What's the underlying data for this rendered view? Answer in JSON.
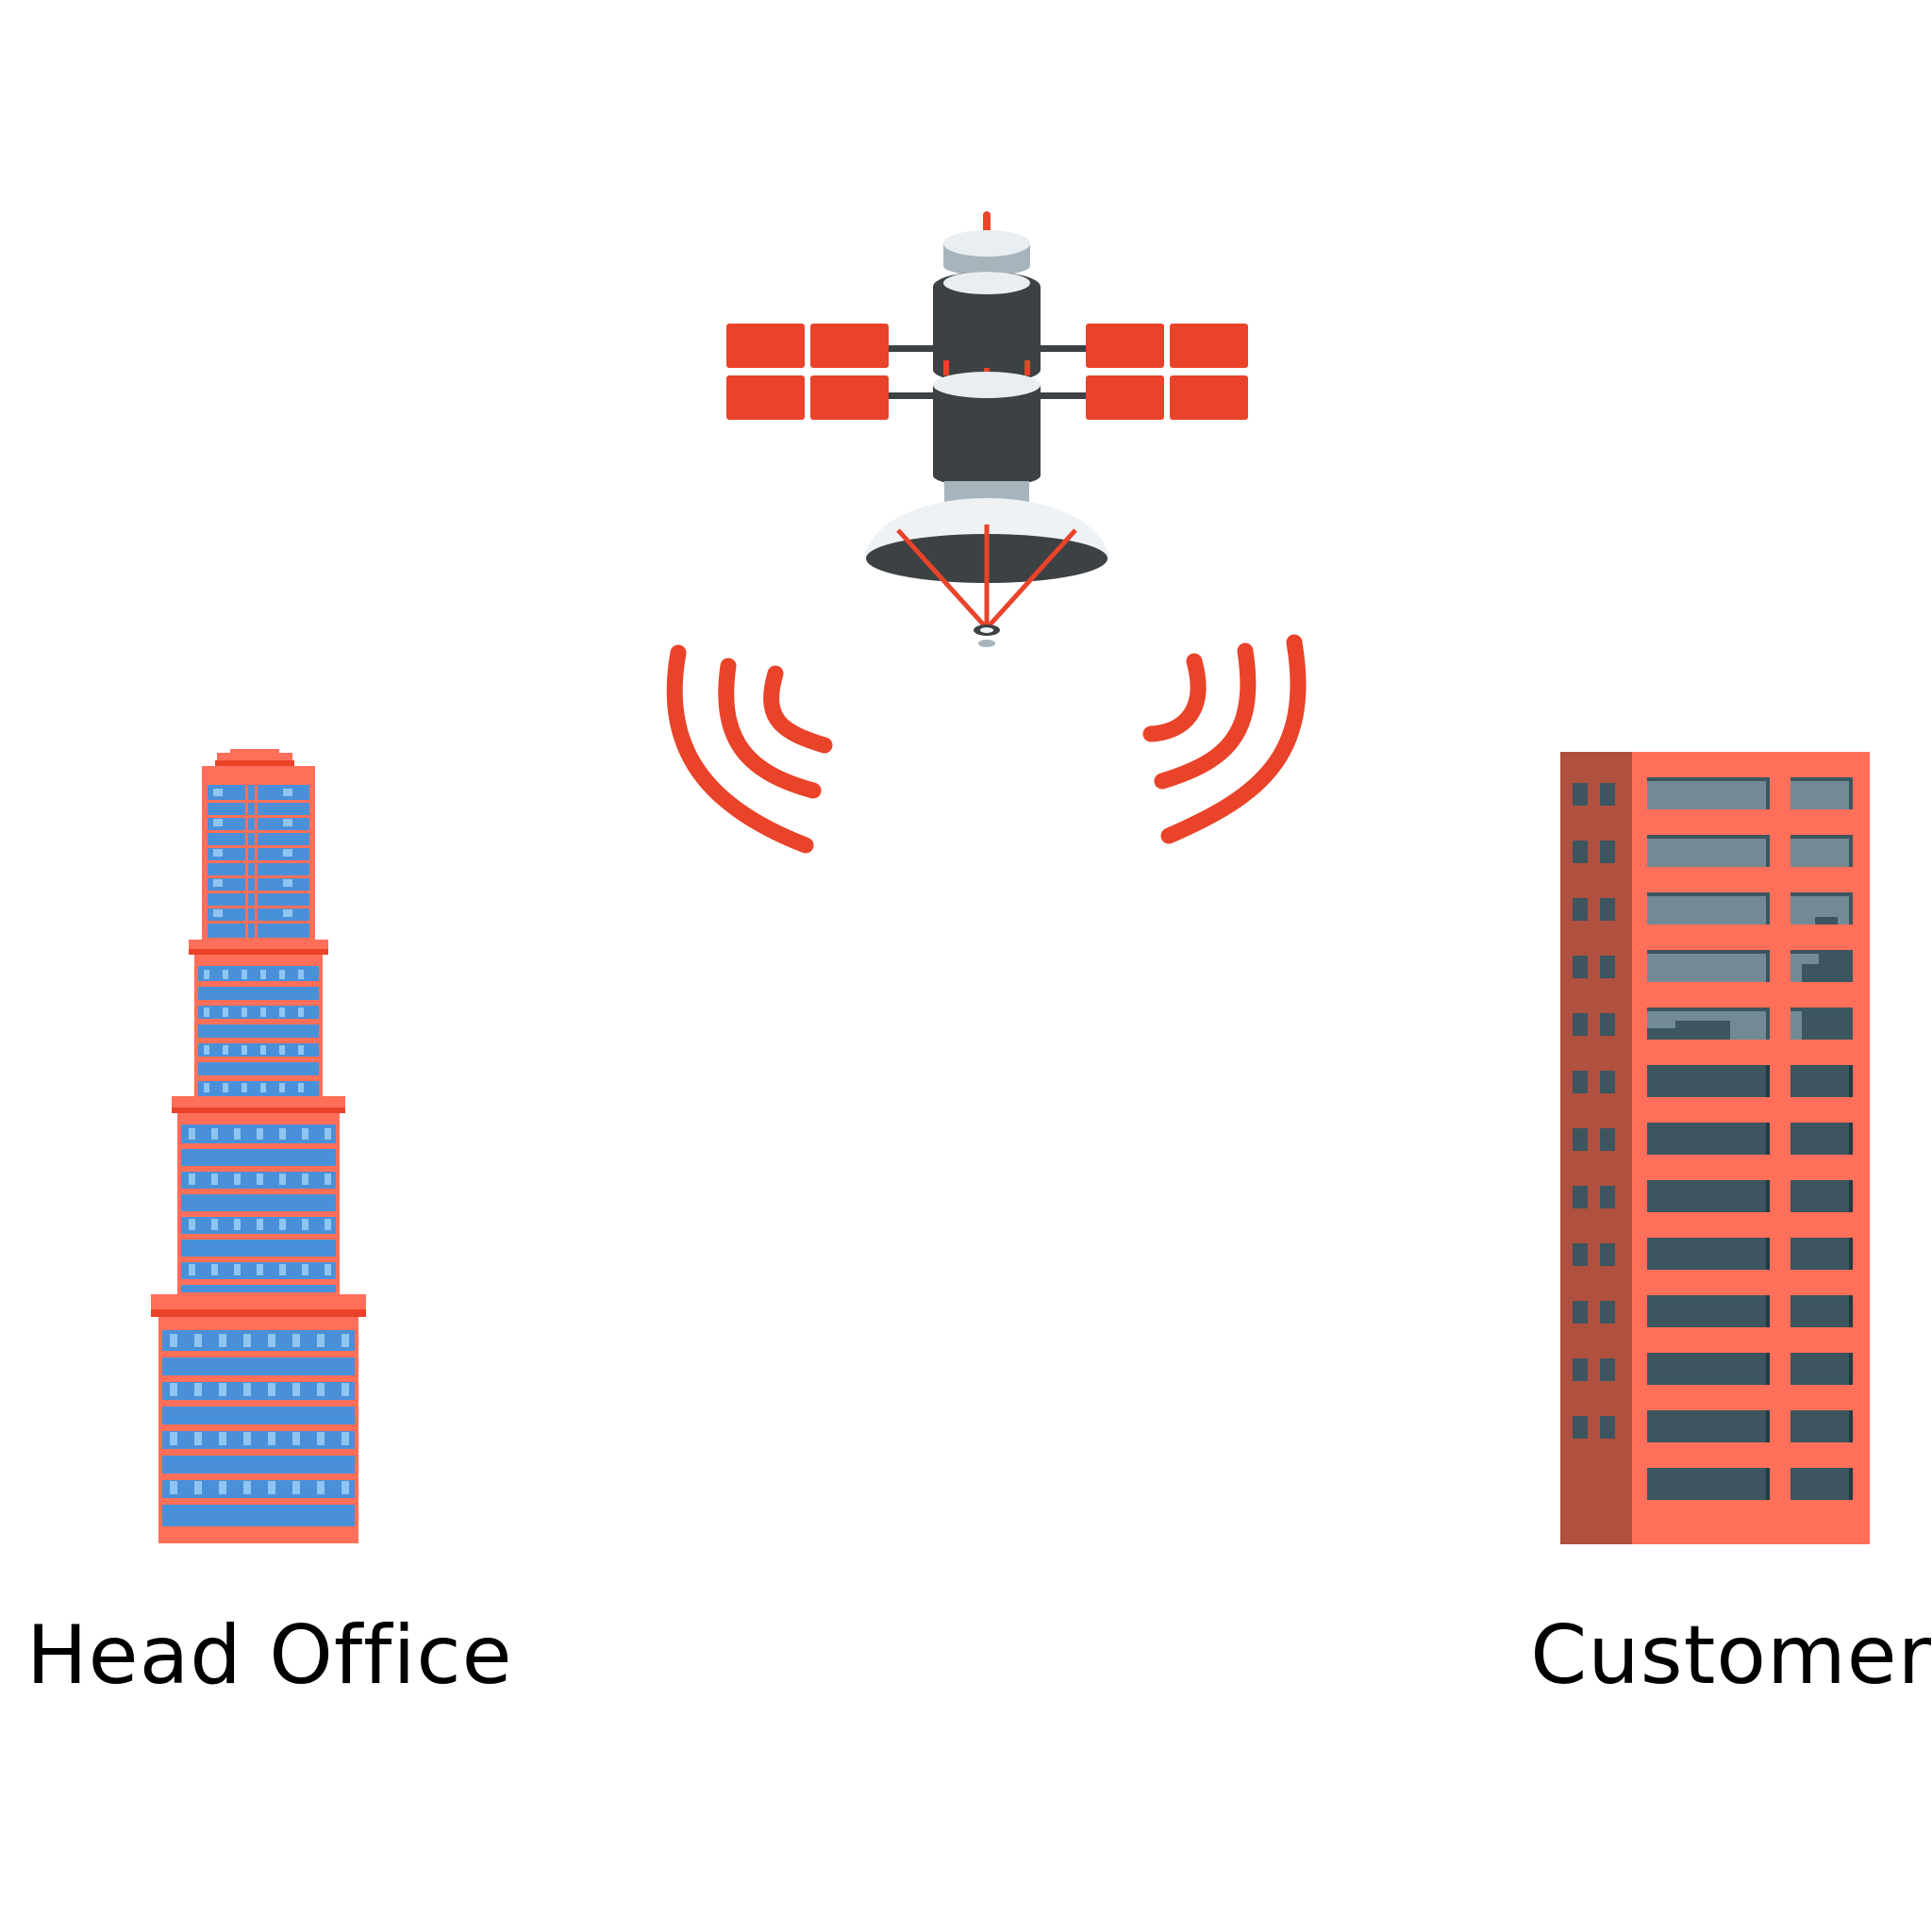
{
  "diagram": {
    "nodes": [
      {
        "id": "head-office",
        "label": "Head Office"
      },
      {
        "id": "customer",
        "label": "Customer"
      }
    ],
    "hub": {
      "id": "satellite",
      "icon": "satellite-icon"
    },
    "links": [
      {
        "from": "satellite",
        "to": "head-office",
        "icon": "signal-waves-icon"
      },
      {
        "from": "satellite",
        "to": "customer",
        "icon": "signal-waves-icon"
      }
    ]
  },
  "colors": {
    "accent_red": "#E9432A",
    "building_salmon": "#FF6F59",
    "dark_gray": "#3C4143",
    "glass_blue": "#4A90D9"
  }
}
